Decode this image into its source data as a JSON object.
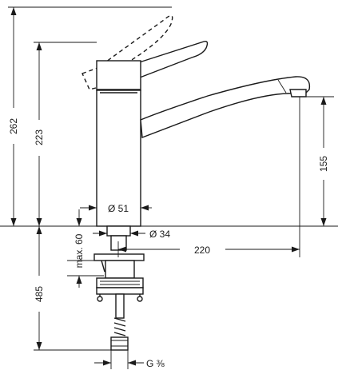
{
  "dimensions": {
    "overall_height": "262",
    "body_height": "223",
    "spout_height": "155",
    "body_diameter": "Ø 51",
    "base_diameter": "Ø 34",
    "spout_reach": "220",
    "max_thickness": "max. 60",
    "below_deck": "485",
    "connection": "G ⅜"
  }
}
